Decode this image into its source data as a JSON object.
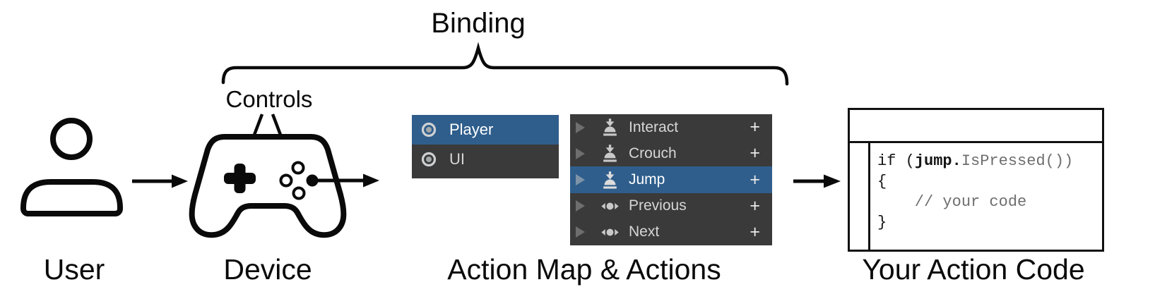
{
  "diagram": {
    "binding_label": "Binding",
    "controls_label": "Controls",
    "stage_labels": {
      "user": "User",
      "device": "Device",
      "action_map": "Action Map & Actions",
      "action_code": "Your Action Code"
    }
  },
  "action_maps": {
    "items": [
      {
        "label": "Player",
        "icon": "double-circle-icon",
        "selected": true
      },
      {
        "label": "UI",
        "icon": "double-circle-icon",
        "selected": false
      }
    ]
  },
  "actions": {
    "plus_label": "+",
    "items": [
      {
        "label": "Interact",
        "icon": "button-press-icon",
        "selected": false
      },
      {
        "label": "Crouch",
        "icon": "button-press-icon",
        "selected": false
      },
      {
        "label": "Jump",
        "icon": "button-press-icon",
        "selected": true
      },
      {
        "label": "Previous",
        "icon": "axis-icon",
        "selected": false
      },
      {
        "label": "Next",
        "icon": "axis-icon",
        "selected": false
      }
    ]
  },
  "code": {
    "l1_pre": "if (",
    "l1_keyword": "jump.",
    "l1_post": "IsPressed())",
    "l2": "{",
    "l3": "    // your code",
    "l4": "}"
  },
  "colors": {
    "selection_blue": "#2f5e8c",
    "panel_dark": "#3a3a3a",
    "panel_text": "#d6d6d6",
    "icon_gray": "#c9c9c9",
    "comment_gray": "#6e6e6e",
    "line_black": "#0a0a0a"
  }
}
